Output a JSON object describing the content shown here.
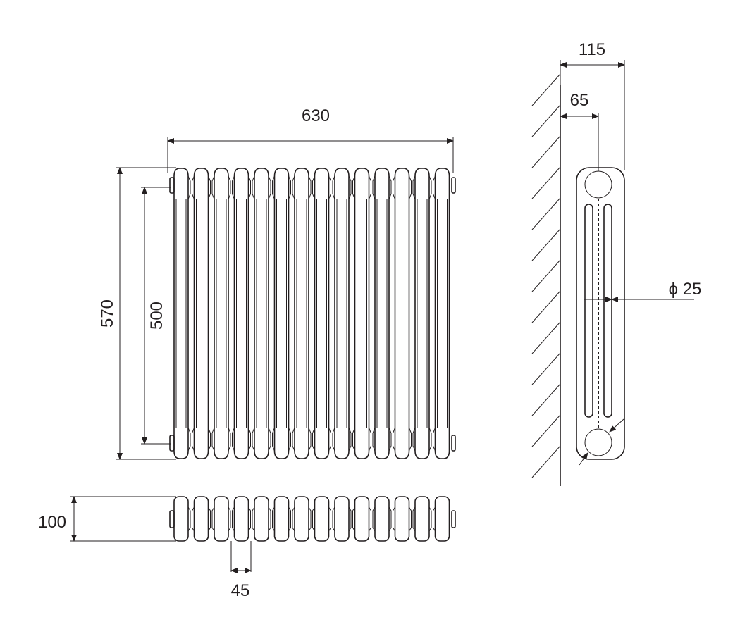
{
  "title": "Radiator dimension drawing",
  "section_count": 14,
  "dimensions": {
    "width": "630",
    "height": "570",
    "pipe_centres": "500",
    "depth": "100",
    "section_pitch": "45",
    "wall_depth": "115",
    "wall_to_centre": "65",
    "connection": "ϕ 25"
  },
  "colors": {
    "line": "#231f20",
    "background": "#ffffff"
  }
}
